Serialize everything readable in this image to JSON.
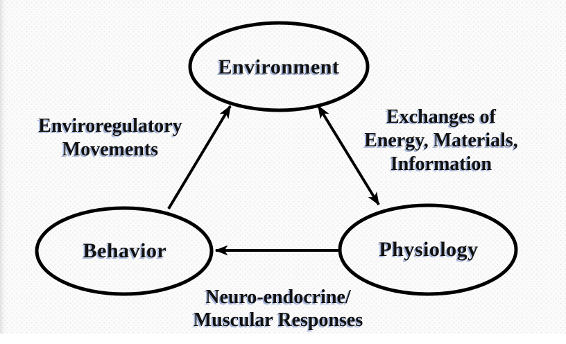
{
  "nodes": {
    "environment": {
      "label": "Environment"
    },
    "behavior": {
      "label": "Behavior"
    },
    "physiology": {
      "label": "Physiology"
    }
  },
  "edges": {
    "behavior_to_environment": {
      "label_lines": [
        "Enviroregulatory",
        "Movements"
      ],
      "direction": "behavior-to-environment",
      "arrowheads": "single"
    },
    "environment_physiology": {
      "label_lines": [
        "Exchanges of",
        "Energy, Materials,",
        "Information"
      ],
      "direction": "bidirectional",
      "arrowheads": "double"
    },
    "physiology_to_behavior": {
      "label_lines": [
        "Neuro-endocrine/",
        "Muscular Responses"
      ],
      "direction": "physiology-to-behavior",
      "arrowheads": "single"
    }
  },
  "colors": {
    "shape_stroke": "#000000",
    "text": "#121212",
    "text_shadow": "#98aad6",
    "background": "#fbfbfb"
  }
}
